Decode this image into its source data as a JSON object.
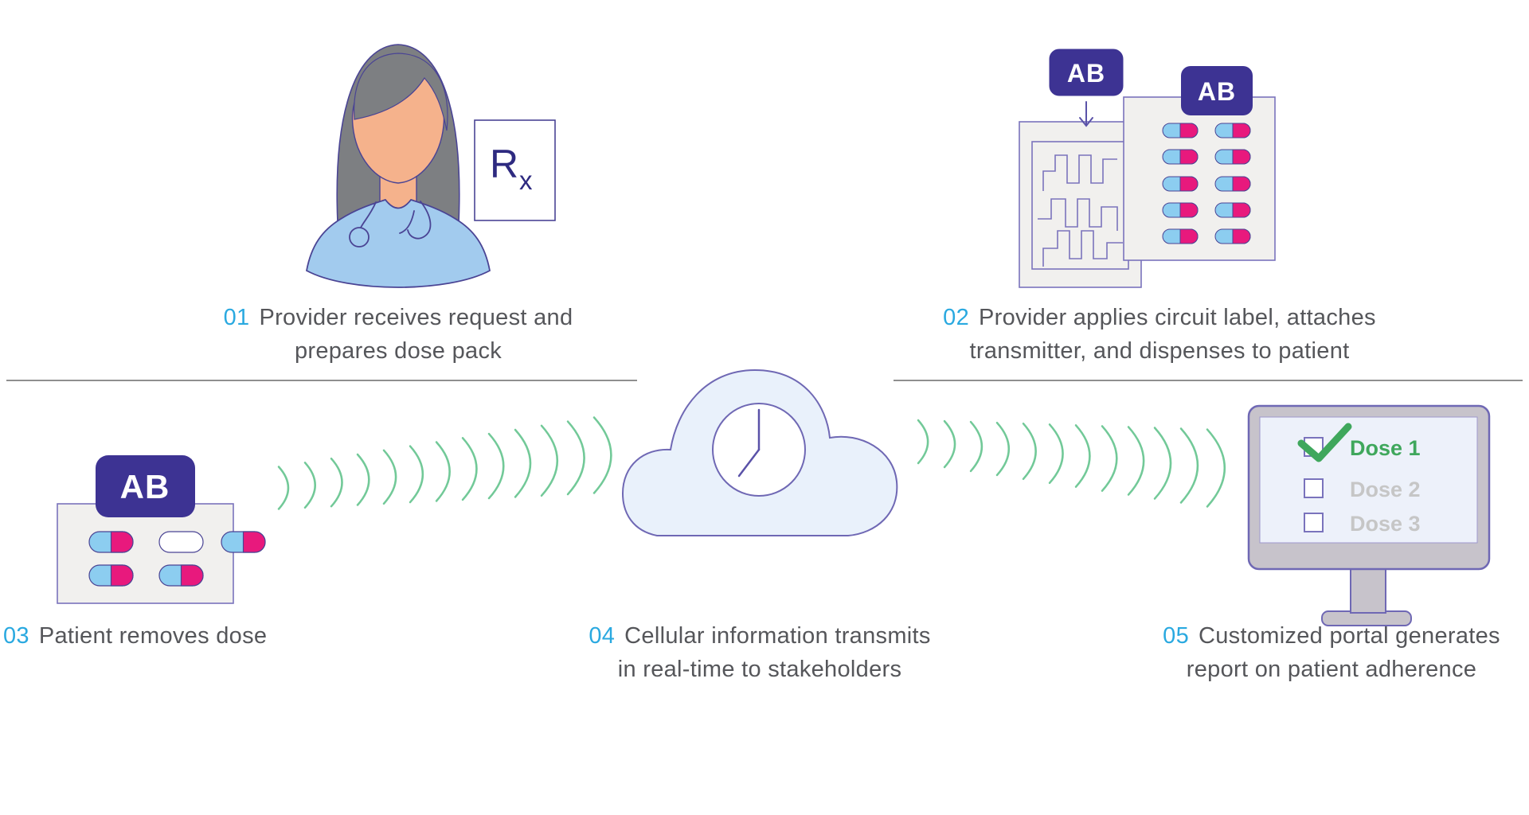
{
  "title": "Medication adherence workflow infographic",
  "steps": [
    {
      "num": "01",
      "line1": "Provider receives request and",
      "line2": "prepares dose pack"
    },
    {
      "num": "02",
      "line1": "Provider applies circuit label, attaches",
      "line2": "transmitter, and dispenses to patient"
    },
    {
      "num": "03",
      "line1": "Patient removes dose",
      "line2": ""
    },
    {
      "num": "04",
      "line1": "Cellular information transmits",
      "line2": "in real-time to stakeholders"
    },
    {
      "num": "05",
      "line1": "Customized portal generates",
      "line2": "report on patient adherence"
    }
  ],
  "labels": {
    "ab_badge": "AB",
    "rx_r": "R",
    "rx_x": "x"
  },
  "portal": {
    "doses": [
      "Dose 1",
      "Dose 2",
      "Dose 3"
    ],
    "dose_states": [
      "checked",
      "unchecked",
      "unchecked"
    ]
  },
  "palette": {
    "step_number_cyan": "#2aa9e0",
    "caption_text": "#55565a",
    "badge_indigo": "#3d3393",
    "outline_purple": "#5a52a8",
    "card_border_purple": "#7a73bc",
    "capsule_blue": "#8ccdf0",
    "capsule_magenta": "#e8197d",
    "card_gray": "#f1f0ee",
    "cloud_fill": "#e9f1fb",
    "signal_green": "#72c998",
    "check_green": "#3fa75c",
    "dose_done_green": "#3fa75c",
    "dose_pending_gray": "#c6c6c6",
    "monitor_gray": "#c7c3cb",
    "screen_fill": "#edf1fa",
    "hair_gray": "#7d7f82",
    "skin": "#f5b28c",
    "scrub_blue": "#a2cbee",
    "divider_gray": "#8f8f8f"
  }
}
